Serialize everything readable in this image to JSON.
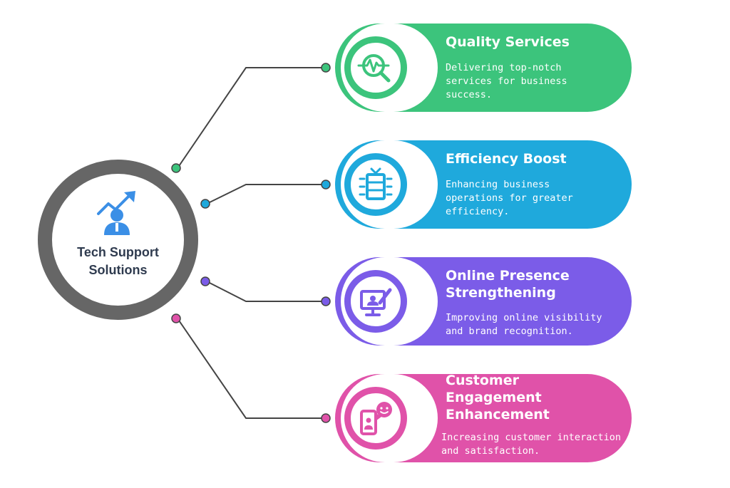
{
  "hub": {
    "label": "Tech Support\nSolutions",
    "icon": "growth-chart-person-icon",
    "ring_color": "#666666",
    "text_color": "#2f3b4f"
  },
  "branches": [
    {
      "title": "Quality Services",
      "description": "Delivering top-notch\nservices for business\nsuccess.",
      "color": "#3cc47c",
      "icon": "magnifier-pulse-icon"
    },
    {
      "title": "Efficiency Boost",
      "description": "Enhancing business\noperations for greater\nefficiency.",
      "color": "#1fa9dc",
      "icon": "server-rack-icon"
    },
    {
      "title": "Online Presence\nStrengthening",
      "description": "Improving online visibility\nand brand recognition.",
      "color": "#7b5ce8",
      "icon": "monitor-pen-icon"
    },
    {
      "title": "Customer\nEngagement\nEnhancement",
      "description": "Increasing customer interaction\nand satisfaction.",
      "color": "#e052a9",
      "icon": "phone-chat-person-icon"
    }
  ]
}
